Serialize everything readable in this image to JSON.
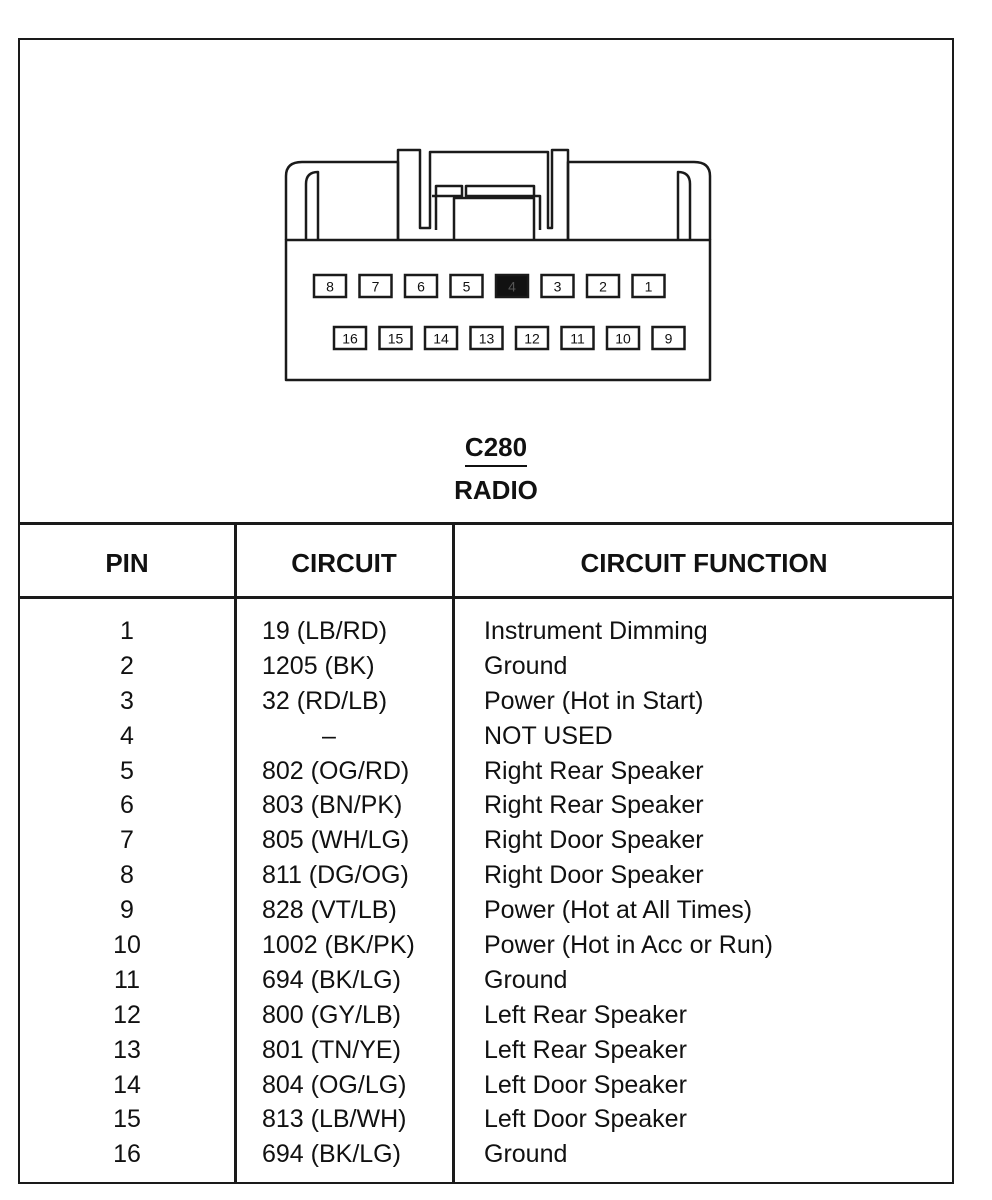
{
  "connector": {
    "id": "C280",
    "name": "RADIO",
    "top_row_pins": [
      "8",
      "7",
      "6",
      "5",
      "4",
      "3",
      "2",
      "1"
    ],
    "bottom_row_pins": [
      "16",
      "15",
      "14",
      "13",
      "12",
      "11",
      "10",
      "9"
    ],
    "highlighted_pin": "4"
  },
  "table": {
    "headers": {
      "pin": "PIN",
      "circuit": "CIRCUIT",
      "function": "CIRCUIT FUNCTION"
    },
    "rows": [
      {
        "pin": "1",
        "circuit": "19 (LB/RD)",
        "function": "Instrument Dimming"
      },
      {
        "pin": "2",
        "circuit": "1205 (BK)",
        "function": "Ground"
      },
      {
        "pin": "3",
        "circuit": "32 (RD/LB)",
        "function": "Power (Hot in Start)"
      },
      {
        "pin": "4",
        "circuit": "–",
        "function": "NOT USED"
      },
      {
        "pin": "5",
        "circuit": "802 (OG/RD)",
        "function": "Right Rear Speaker"
      },
      {
        "pin": "6",
        "circuit": "803 (BN/PK)",
        "function": "Right Rear Speaker"
      },
      {
        "pin": "7",
        "circuit": "805 (WH/LG)",
        "function": "Right Door Speaker"
      },
      {
        "pin": "8",
        "circuit": "811 (DG/OG)",
        "function": "Right Door Speaker"
      },
      {
        "pin": "9",
        "circuit": "828 (VT/LB)",
        "function": "Power (Hot at All Times)"
      },
      {
        "pin": "10",
        "circuit": "1002 (BK/PK)",
        "function": "Power (Hot in Acc or Run)"
      },
      {
        "pin": "11",
        "circuit": "694 (BK/LG)",
        "function": "Ground"
      },
      {
        "pin": "12",
        "circuit": "800 (GY/LB)",
        "function": "Left Rear Speaker"
      },
      {
        "pin": "13",
        "circuit": "801 (TN/YE)",
        "function": "Left Rear Speaker"
      },
      {
        "pin": "14",
        "circuit": "804 (OG/LG)",
        "function": "Left Door Speaker"
      },
      {
        "pin": "15",
        "circuit": "813 (LB/WH)",
        "function": "Left Door Speaker"
      },
      {
        "pin": "16",
        "circuit": "694 (BK/LG)",
        "function": "Ground"
      }
    ]
  }
}
